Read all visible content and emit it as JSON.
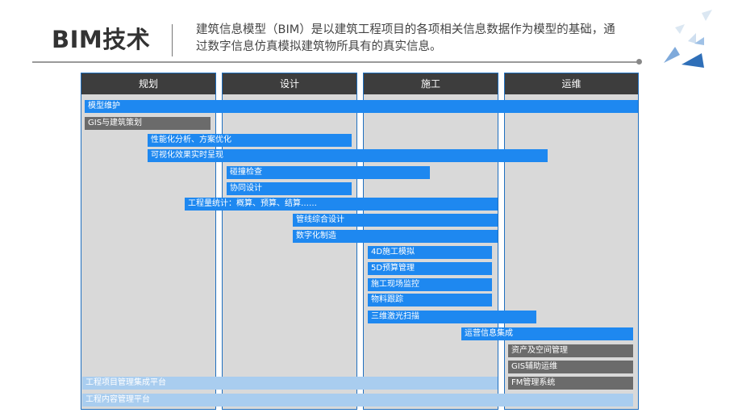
{
  "header": {
    "title": "BIM技术",
    "description": "建筑信息模型（BIM）是以建筑工程项目的各项相关信息数据作为模型的基础，通过数字信息仿真模拟建筑物所具有的真实信息。"
  },
  "colors": {
    "primary": "#1e88f0",
    "gray": "#6b6b6b",
    "pale": "#a9cdef",
    "header": "#3d3d3d",
    "column": "#d9d9d9"
  },
  "phases": [
    "规划",
    "设计",
    "施工",
    "运维"
  ],
  "bars": [
    "模型维护",
    "GIS与建筑策划",
    "性能化分析、方案优化",
    "可视化效果实时呈现",
    "碰撞检查",
    "协同设计",
    "工程量统计：概算、预算、结算……",
    "管线综合设计",
    "数字化制造",
    "4D施工模拟",
    "5D预算管理",
    "施工现场监控",
    "物料跟踪",
    "三维激光扫描",
    "运营信息集成",
    "资产及空间管理",
    "GIS辅助运维",
    "FM管理系统",
    "工程项目管理集成平台",
    "工程内容管理平台"
  ]
}
